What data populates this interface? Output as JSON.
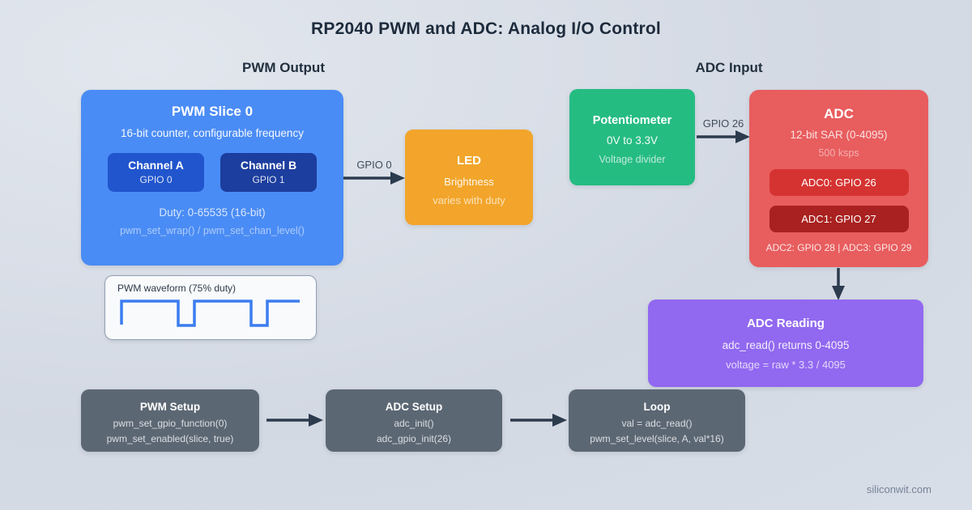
{
  "page": {
    "title": "RP2040 PWM and ADC: Analog I/O Control",
    "watermark": "siliconwit.com"
  },
  "sections": {
    "pwm_output": "PWM Output",
    "adc_input": "ADC Input"
  },
  "pwm_slice": {
    "title": "PWM Slice 0",
    "subtitle": "16-bit counter, configurable frequency",
    "channel_a": {
      "title": "Channel A",
      "pin": "GPIO 0"
    },
    "channel_b": {
      "title": "Channel B",
      "pin": "GPIO 1"
    },
    "duty": "Duty: 0-65535 (16-bit)",
    "api": "pwm_set_wrap() / pwm_set_chan_level()"
  },
  "led": {
    "title": "LED",
    "line1": "Brightness",
    "line2": "varies with duty"
  },
  "potentiometer": {
    "title": "Potentiometer",
    "line1": "0V to 3.3V",
    "line2": "Voltage divider"
  },
  "adc": {
    "title": "ADC",
    "line1": "12-bit SAR (0-4095)",
    "line2": "500 ksps",
    "channel0": "ADC0: GPIO 26",
    "channel1": "ADC1: GPIO 27",
    "others": "ADC2: GPIO 28 | ADC3: GPIO 29"
  },
  "adc_reading": {
    "title": "ADC Reading",
    "line1": "adc_read() returns 0-4095",
    "line2": "voltage = raw * 3.3 / 4095"
  },
  "waveform": {
    "label": "PWM waveform (75% duty)",
    "duty_percent": 75
  },
  "flow": [
    {
      "title": "PWM Setup",
      "line1": "pwm_set_gpio_function(0)",
      "line2": "pwm_set_enabled(slice, true)"
    },
    {
      "title": "ADC Setup",
      "line1": "adc_init()",
      "line2": "adc_gpio_init(26)"
    },
    {
      "title": "Loop",
      "line1": "val = adc_read()",
      "line2": "pwm_set_level(slice, A, val*16)"
    }
  ],
  "arrow_labels": {
    "gpio0": "GPIO 0",
    "gpio26": "GPIO 26"
  },
  "colors": {
    "background": "#d6dce5",
    "pwm_slice": "#4a8cf5",
    "channel_a": "#2155cd",
    "channel_b": "#1c3e9e",
    "led": "#f2a52a",
    "potentiometer": "#25bc82",
    "adc": "#e85d5e",
    "adc_ch0": "#d53331",
    "adc_ch1": "#a92120",
    "adc_reading": "#9168f0",
    "flow_box": "#5c6774",
    "arrow": "#2c3b4e",
    "waveform_line": "#3b7df0",
    "title_text": "#1d2b3c"
  }
}
